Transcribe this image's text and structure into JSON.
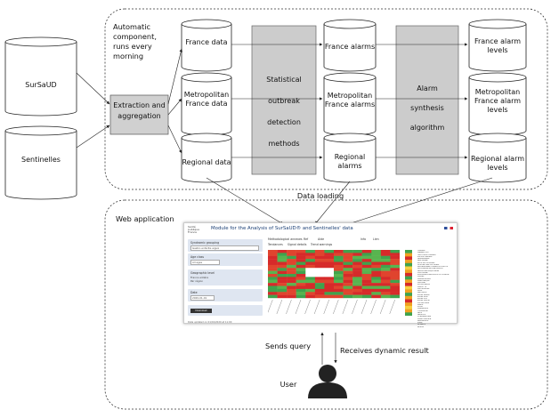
{
  "sources": {
    "sursaud": "SurSaUD",
    "sentinelles": "Sentinelles"
  },
  "extraction": "Extraction and aggregation",
  "auto_component": "Automatic component, runs every morning",
  "data_cylinders": {
    "france": "France data",
    "metro": "Metropolitan France data",
    "regional": "Regional data"
  },
  "stat_box": "Statistical outbreak detection methods",
  "alarm_cylinders": {
    "france": "France alarms",
    "metro": "Metropolitan France alarms",
    "regional": "Regional alarms"
  },
  "synth_box": "Alarm synthesis algorithm",
  "level_cylinders": {
    "france": "France alarm levels",
    "metro": "Metropolitan France alarm levels",
    "regional": "Regional alarm levels"
  },
  "data_loading": "Data loading",
  "web_app": "Web application",
  "sends_query": "Sends query",
  "receives": "Receives dynamic result",
  "user": "User",
  "screenshot": {
    "title": "Module for the Analysis of SurSaUD® and Sentinelles' data",
    "logo": "Santé publique France",
    "menu": [
      "Methodological annexes",
      "Ref",
      "Aide",
      "Info",
      "Lien"
    ],
    "submenu": [
      "Tendances",
      "Signal details",
      "Trend warnings"
    ],
    "panel1_title": "Syndromic grouping",
    "panel1_value": "Gastro-entérite aiguë",
    "panel2_title": "Age class",
    "panel2_value": "All ages",
    "panel3_title": "Geographic level",
    "panel3_opt1": "France entière",
    "panel3_opt2": "Par région",
    "panel4_title": "Date",
    "panel4_value": "2020-01-01",
    "download": "Download",
    "note": "Data updated on 01/01/2020 at 11:00",
    "regions": [
      "FRANCE",
      "GRAND EST",
      "HAUTS-DE-FRANCE",
      "ÎLE-DE-FRANCE",
      "NORMANDIE",
      "BRETAGNE",
      "PAYS DE LA LOIRE",
      "CENTRE-VAL DE LOIRE",
      "BOURGOGNE-FRANCHE-COMTÉ",
      "AUVERGNE-RHÔNE-ALPES",
      "NOUVELLE-AQUITAINE",
      "OCCITANIE",
      "PROVENCE-ALPES-CÔTE D'AZUR",
      "CORSE",
      "GUADELOUPE",
      "MARTINIQUE",
      "GUYANE",
      "LA RÉUNION",
      "MAYOTTE",
      "METROPOLE",
      "DOM",
      "ANTILLES",
      "ZONE NORD",
      "ZONE SUD",
      "ZONE EST",
      "ZONE OUEST",
      "OUTRE-MER",
      "PARIS",
      "LYON",
      "MARSEILLE",
      "TOULOUSE",
      "NICE",
      "NANTES",
      "STRASBOURG",
      "MONTPELLIER",
      "BORDEAUX",
      "LILLE",
      "RENNES",
      "REIMS"
    ]
  }
}
